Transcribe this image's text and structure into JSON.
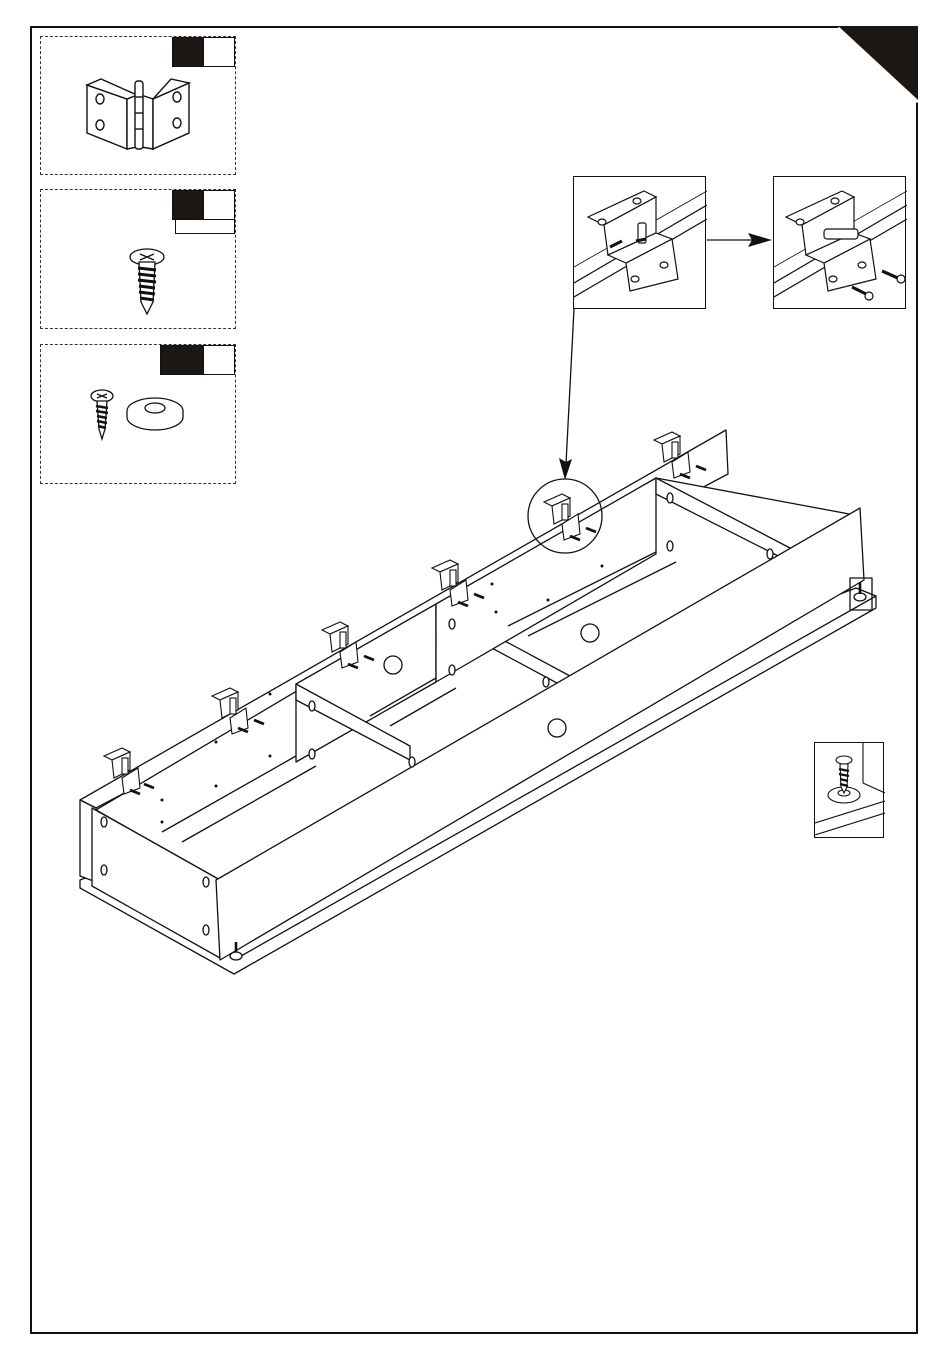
{
  "colors": {
    "line": "#111111",
    "badge_fill": "#1d1713",
    "paper": "#ffffff"
  },
  "step_marker": {
    "shape": "corner-triangle"
  },
  "parts": [
    {
      "id": "hinge",
      "icon": "hinge-icon",
      "quantity_label": ""
    },
    {
      "id": "screw",
      "icon": "screw-icon",
      "quantity_label": ""
    },
    {
      "id": "screw-and-washer",
      "icon": "screw-washer-icon",
      "quantity_label": ""
    }
  ],
  "detail_views": [
    {
      "name": "hinge-detail-before",
      "icon": "hinge-on-panel-icon"
    },
    {
      "name": "hinge-detail-after",
      "icon": "hinge-screwed-icon"
    },
    {
      "name": "foot-pad-detail",
      "icon": "screw-washer-icon"
    }
  ]
}
